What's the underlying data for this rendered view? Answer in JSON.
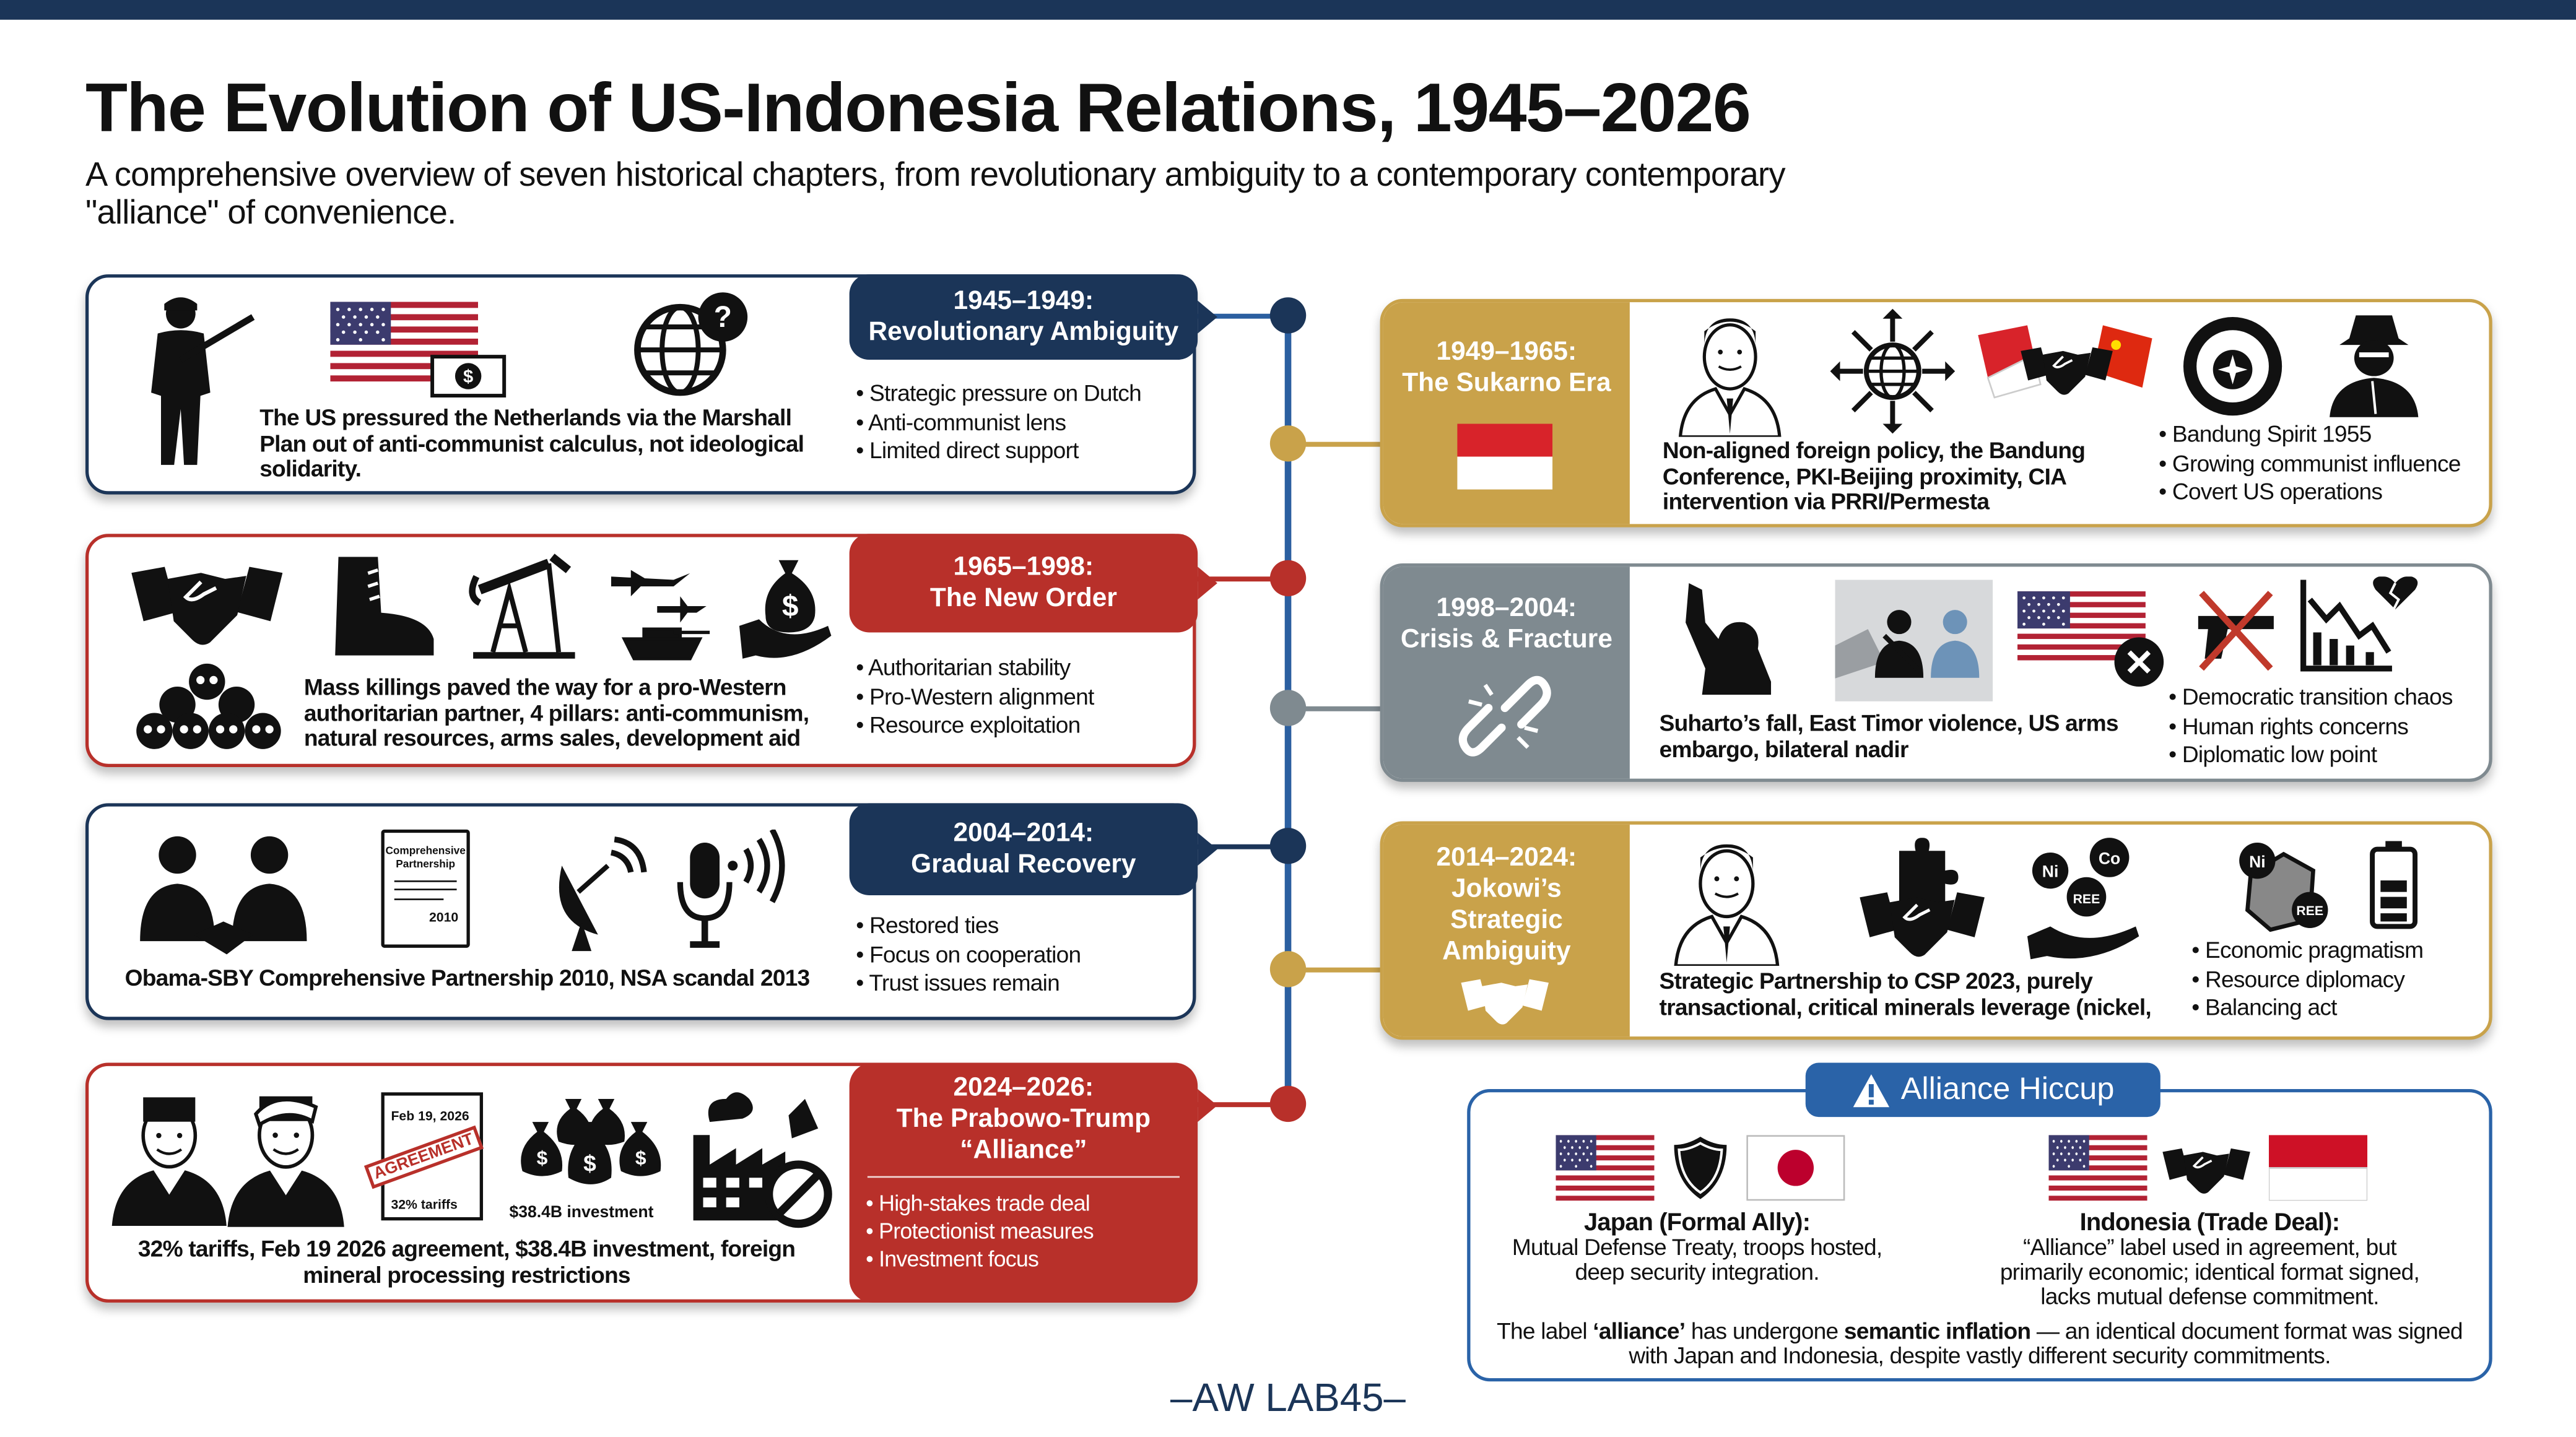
{
  "header": {
    "title": "The Evolution of US-Indonesia Relations, 1945–2026",
    "subtitle": "A comprehensive overview of seven historical chapters, from revolutionary ambiguity to a contemporary contemporary \"alliance\" of convenience."
  },
  "colors": {
    "navy": "#1b3558",
    "red": "#b8302a",
    "gold": "#c9a24a",
    "gray": "#7f8a90",
    "timeline": "#2b5fa0",
    "alliance_blue": "#2a63a8"
  },
  "chapters": [
    {
      "period": "1945–1949:",
      "name": "Revolutionary Ambiguity",
      "color": "navy",
      "description": "The US pressured the Netherlands via the Marshall Plan out of anti-communist calculus, not ideological solidarity.",
      "bullets": [
        "Strategic pressure on Dutch",
        "Anti-communist lens",
        "Limited direct support"
      ],
      "icons": [
        "soldier-icon",
        "us-flag-icon",
        "dollar-bill-icon",
        "globe-question-icon"
      ]
    },
    {
      "period": "1949–1965:",
      "name": "The Sukarno Era",
      "color": "gold",
      "description": "Non-aligned foreign policy, the Bandung Conference, PKI-Beijing proximity, CIA intervention via PRRI/Permesta",
      "bullets": [
        "Bandung Spirit 1955",
        "Growing communist influence",
        "Covert US operations"
      ],
      "icons": [
        "indonesia-flag-icon",
        "sukarno-portrait-icon",
        "globe-arrows-icon",
        "indonesia-china-handshake-icon",
        "cia-seal-icon",
        "spy-icon"
      ]
    },
    {
      "period": "1965–1998:",
      "name": "The New Order",
      "color": "red",
      "description": "Mass killings paved the way for a pro-Western authoritarian partner, 4 pillars: anti-communism, natural resources, arms sales, development aid",
      "bullets": [
        "Authoritarian stability",
        "Pro-Western alignment",
        "Resource exploitation"
      ],
      "icons": [
        "handshake-icon",
        "boot-icon",
        "oil-pump-icon",
        "jets-tank-icon",
        "money-bag-hand-icon",
        "skulls-icon"
      ]
    },
    {
      "period": "1998–2004:",
      "name": "Crisis & Fracture",
      "color": "gray",
      "description": "Suharto’s fall, East Timor violence, US arms embargo, bilateral nadir",
      "bullets": [
        "Democratic transition chaos",
        "Human rights concerns",
        "Diplomatic low point"
      ],
      "icons": [
        "broken-chain-icon",
        "suharto-wave-icon",
        "east-timor-soldiers-icon",
        "us-flag-x-icon",
        "crossed-gun-icon",
        "falling-chart-broken-heart-icon"
      ]
    },
    {
      "period": "2004–2014:",
      "name": "Gradual Recovery",
      "color": "navy",
      "description": "Obama-SBY Comprehensive Partnership 2010, NSA scandal 2013",
      "bullets": [
        "Restored ties",
        "Focus on cooperation",
        "Trust issues remain"
      ],
      "icons": [
        "leaders-handshake-icon",
        "document-icon",
        "satellite-dish-icon",
        "microphone-icon"
      ],
      "icon_labels": {
        "document_title": "Comprehensive Partnership",
        "document_year": "2010"
      }
    },
    {
      "period": "2014–2024:",
      "name": "Jokowi’s Strategic Ambiguity",
      "color": "gold",
      "description": "Strategic Partnership to CSP 2023, purely transactional, critical minerals leverage (nickel,",
      "bullets": [
        "Economic pragmatism",
        "Resource diplomacy",
        "Balancing act"
      ],
      "icons": [
        "handshake-icon",
        "jokowi-portrait-icon",
        "puzzle-handshake-icon",
        "minerals-hand-icon",
        "ore-rock-icon",
        "battery-icon"
      ],
      "icon_labels": {
        "ni": "Ni",
        "co": "Co",
        "ree": "REE"
      }
    },
    {
      "period": "2024–2026:",
      "name": "The Prabowo-Trump “Alliance”",
      "color": "red",
      "description": "32% tariffs, Feb 19 2026 agreement, $38.4B investment, foreign mineral processing restrictions",
      "bullets": [
        "High-stakes trade deal",
        "Protectionist measures",
        "Investment focus"
      ],
      "icons": [
        "prabowo-portrait-icon",
        "trump-portrait-icon",
        "agreement-document-icon",
        "money-bags-icon",
        "factory-ban-icon"
      ],
      "icon_labels": {
        "doc_date": "Feb 19, 2026",
        "stamp": "AGREEMENT",
        "tariffs": "32% tariffs",
        "investment": "$38.4B investment"
      }
    }
  ],
  "alliance": {
    "title": "Alliance Hiccup",
    "japan": {
      "heading": "Japan (Formal Ally):",
      "text": "Mutual Defense Treaty, troops hosted, deep security integration."
    },
    "indonesia": {
      "heading": "Indonesia (Trade Deal):",
      "text": "“Alliance” label used in agreement, but primarily economic; identical format signed, lacks mutual defense commitment."
    },
    "note_pre": "The label ",
    "note_b1": "‘alliance’",
    "note_mid": " has undergone ",
    "note_b2": "semantic inflation",
    "note_post": " — an identical document format was signed with Japan and Indonesia, despite vastly different security commitments."
  },
  "watermark": "–AW LAB45–"
}
